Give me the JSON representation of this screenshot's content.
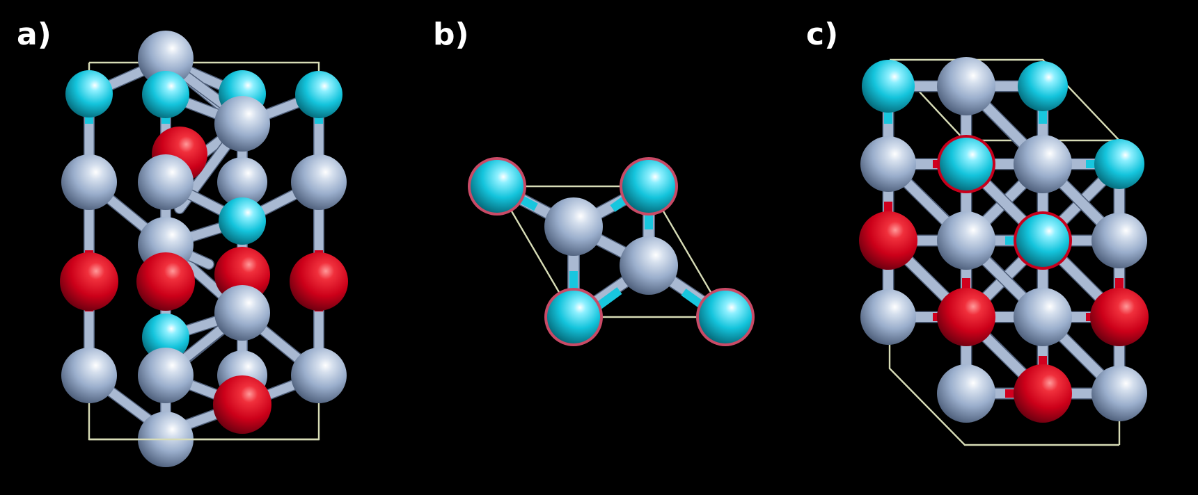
{
  "panels": [
    {
      "id": "a",
      "label": "a)"
    },
    {
      "id": "b",
      "label": "b)"
    },
    {
      "id": "c",
      "label": "c)"
    }
  ],
  "colors": {
    "background": "#000000",
    "unit_cell": "#d7dcb6",
    "atom_metal": "#a7b9d6",
    "atom_cyan": "#18c6de",
    "atom_red": "#d0001e"
  }
}
